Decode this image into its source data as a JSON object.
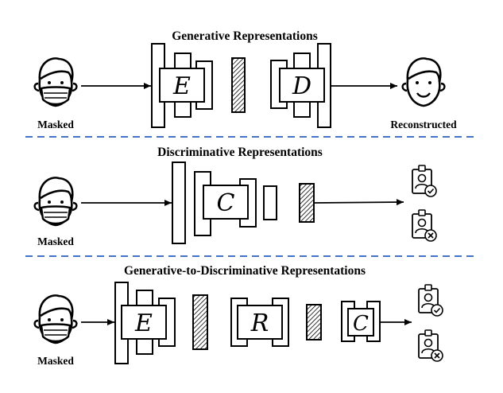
{
  "panels": {
    "generative": {
      "title": "Generative Representations",
      "input_label": "Masked",
      "output_label": "Reconstructed",
      "encoder_letter": "E",
      "decoder_letter": "D"
    },
    "discriminative": {
      "title": "Discriminative Representations",
      "input_label": "Masked",
      "classifier_letter": "C"
    },
    "gen_to_disc": {
      "title": "Generative-to-Discriminative Representations",
      "input_label": "Masked",
      "encoder_letter": "E",
      "middle_letter": "R",
      "classifier_letter": "C"
    }
  },
  "colors": {
    "separator": "#4472c4",
    "stroke": "#000000"
  },
  "icons": {
    "input_face": "masked-face-icon",
    "output_face": "smiling-face-icon",
    "accept": "id-badge-check-icon",
    "reject": "id-badge-cross-icon"
  }
}
